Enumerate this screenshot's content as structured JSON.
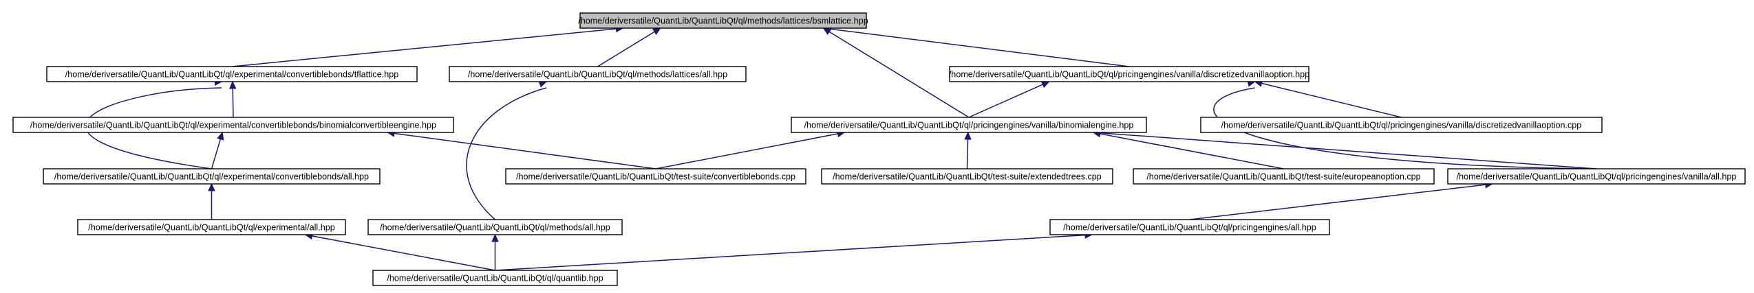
{
  "diagram": {
    "edge_color": "#191970",
    "root_fill": "#bfbfbf",
    "node_fill": "#ffffff",
    "nodes": [
      {
        "id": "bsmlattice",
        "label": "/home/deriversatile/QuantLib/QuantLibQt/ql/methods/lattices/bsmlattice.hpp",
        "root": true
      },
      {
        "id": "tflattice",
        "label": "/home/deriversatile/QuantLib/QuantLibQt/ql/experimental/convertiblebonds/tflattice.hpp"
      },
      {
        "id": "lattices_all",
        "label": "/home/deriversatile/QuantLib/QuantLibQt/ql/methods/lattices/all.hpp"
      },
      {
        "id": "discretizedvanillaoption_hpp",
        "label": "/home/deriversatile/QuantLib/QuantLibQt/ql/pricingengines/vanilla/discretizedvanillaoption.hpp"
      },
      {
        "id": "binomialconvertibleengine",
        "label": "/home/deriversatile/QuantLib/QuantLibQt/ql/experimental/convertiblebonds/binomialconvertibleengine.hpp"
      },
      {
        "id": "binomialengine",
        "label": "/home/deriversatile/QuantLib/QuantLibQt/ql/pricingengines/vanilla/binomialengine.hpp"
      },
      {
        "id": "discretizedvanillaoption_cpp",
        "label": "/home/deriversatile/QuantLib/QuantLibQt/ql/pricingengines/vanilla/discretizedvanillaoption.cpp"
      },
      {
        "id": "convertiblebonds_all",
        "label": "/home/deriversatile/QuantLib/QuantLibQt/ql/experimental/convertiblebonds/all.hpp"
      },
      {
        "id": "convertiblebonds_cpp",
        "label": "/home/deriversatile/QuantLib/QuantLibQt/test-suite/convertiblebonds.cpp"
      },
      {
        "id": "extendedtrees_cpp",
        "label": "/home/deriversatile/QuantLib/QuantLibQt/test-suite/extendedtrees.cpp"
      },
      {
        "id": "europeanoption_cpp",
        "label": "/home/deriversatile/QuantLib/QuantLibQt/test-suite/europeanoption.cpp"
      },
      {
        "id": "vanilla_all",
        "label": "/home/deriversatile/QuantLib/QuantLibQt/ql/pricingengines/vanilla/all.hpp"
      },
      {
        "id": "experimental_all",
        "label": "/home/deriversatile/QuantLib/QuantLibQt/ql/experimental/all.hpp"
      },
      {
        "id": "methods_all",
        "label": "/home/deriversatile/QuantLib/QuantLibQt/ql/methods/all.hpp"
      },
      {
        "id": "pricingengines_all",
        "label": "/home/deriversatile/QuantLib/QuantLibQt/ql/pricingengines/all.hpp"
      },
      {
        "id": "quantlib",
        "label": "/home/deriversatile/QuantLib/QuantLibQt/ql/quantlib.hpp"
      }
    ],
    "edges": [
      {
        "from": "tflattice",
        "to": "bsmlattice"
      },
      {
        "from": "lattices_all",
        "to": "bsmlattice"
      },
      {
        "from": "binomialengine",
        "to": "bsmlattice"
      },
      {
        "from": "discretizedvanillaoption_hpp",
        "to": "bsmlattice"
      },
      {
        "from": "binomialconvertibleengine",
        "to": "tflattice"
      },
      {
        "from": "convertiblebonds_all",
        "to": "tflattice"
      },
      {
        "from": "methods_all",
        "to": "lattices_all"
      },
      {
        "from": "binomialengine",
        "to": "discretizedvanillaoption_hpp"
      },
      {
        "from": "discretizedvanillaoption_cpp",
        "to": "discretizedvanillaoption_hpp"
      },
      {
        "from": "vanilla_all",
        "to": "discretizedvanillaoption_hpp"
      },
      {
        "from": "convertiblebonds_all",
        "to": "binomialconvertibleengine"
      },
      {
        "from": "convertiblebonds_cpp",
        "to": "binomialconvertibleengine"
      },
      {
        "from": "convertiblebonds_cpp",
        "to": "binomialengine"
      },
      {
        "from": "extendedtrees_cpp",
        "to": "binomialengine"
      },
      {
        "from": "europeanoption_cpp",
        "to": "binomialengine"
      },
      {
        "from": "vanilla_all",
        "to": "binomialengine"
      },
      {
        "from": "experimental_all",
        "to": "convertiblebonds_all"
      },
      {
        "from": "pricingengines_all",
        "to": "vanilla_all"
      },
      {
        "from": "quantlib",
        "to": "experimental_all"
      },
      {
        "from": "quantlib",
        "to": "methods_all"
      },
      {
        "from": "quantlib",
        "to": "pricingengines_all"
      }
    ]
  }
}
